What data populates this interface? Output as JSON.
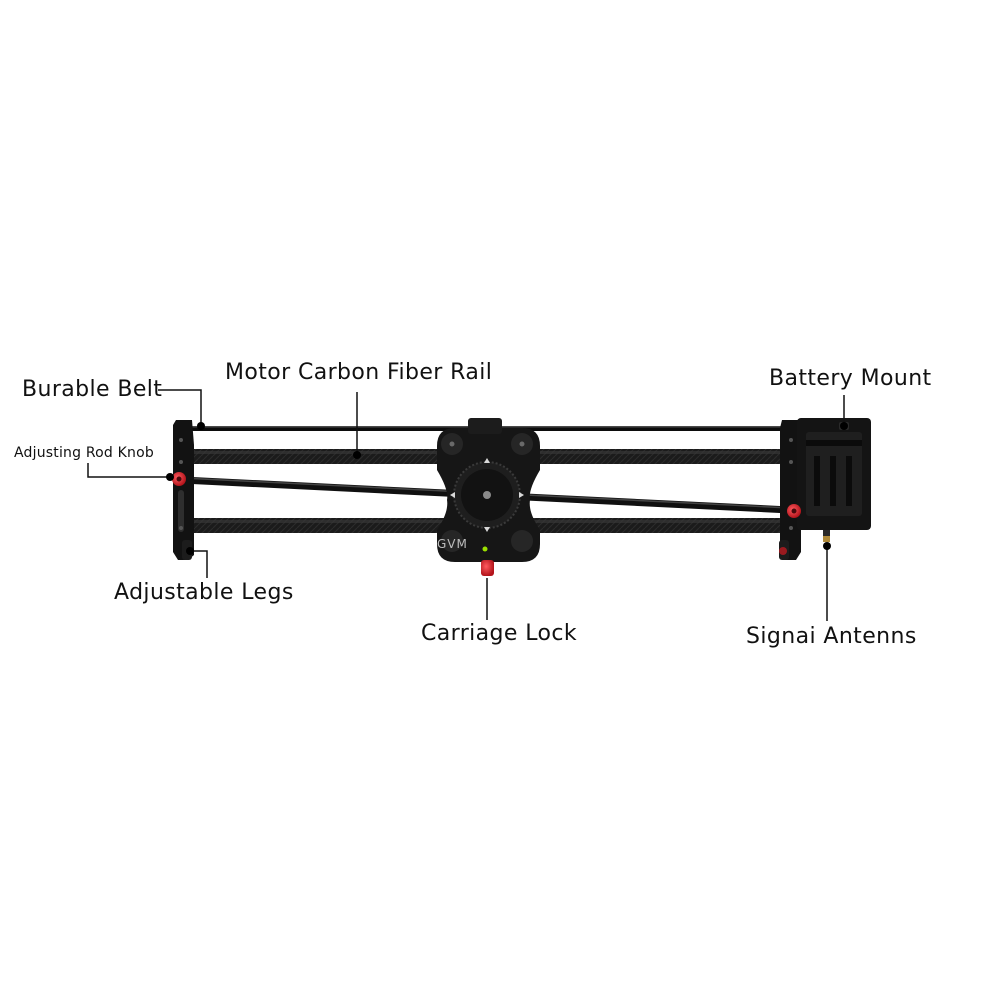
{
  "labels": {
    "belt": "Burable Belt",
    "rail": "Motor Carbon Fiber Rail",
    "battery": "Battery Mount",
    "rod_knob": "Adjusting Rod Knob",
    "legs": "Adjustable Legs",
    "carriage_lock": "Carriage Lock",
    "antenna": "Signai Antenns"
  },
  "product": {
    "brand_mark": "GVM"
  },
  "colors": {
    "rail": "#1d1d1d",
    "knob": "#d8262e",
    "background": "#ffffff",
    "leader_line": "#111111"
  }
}
